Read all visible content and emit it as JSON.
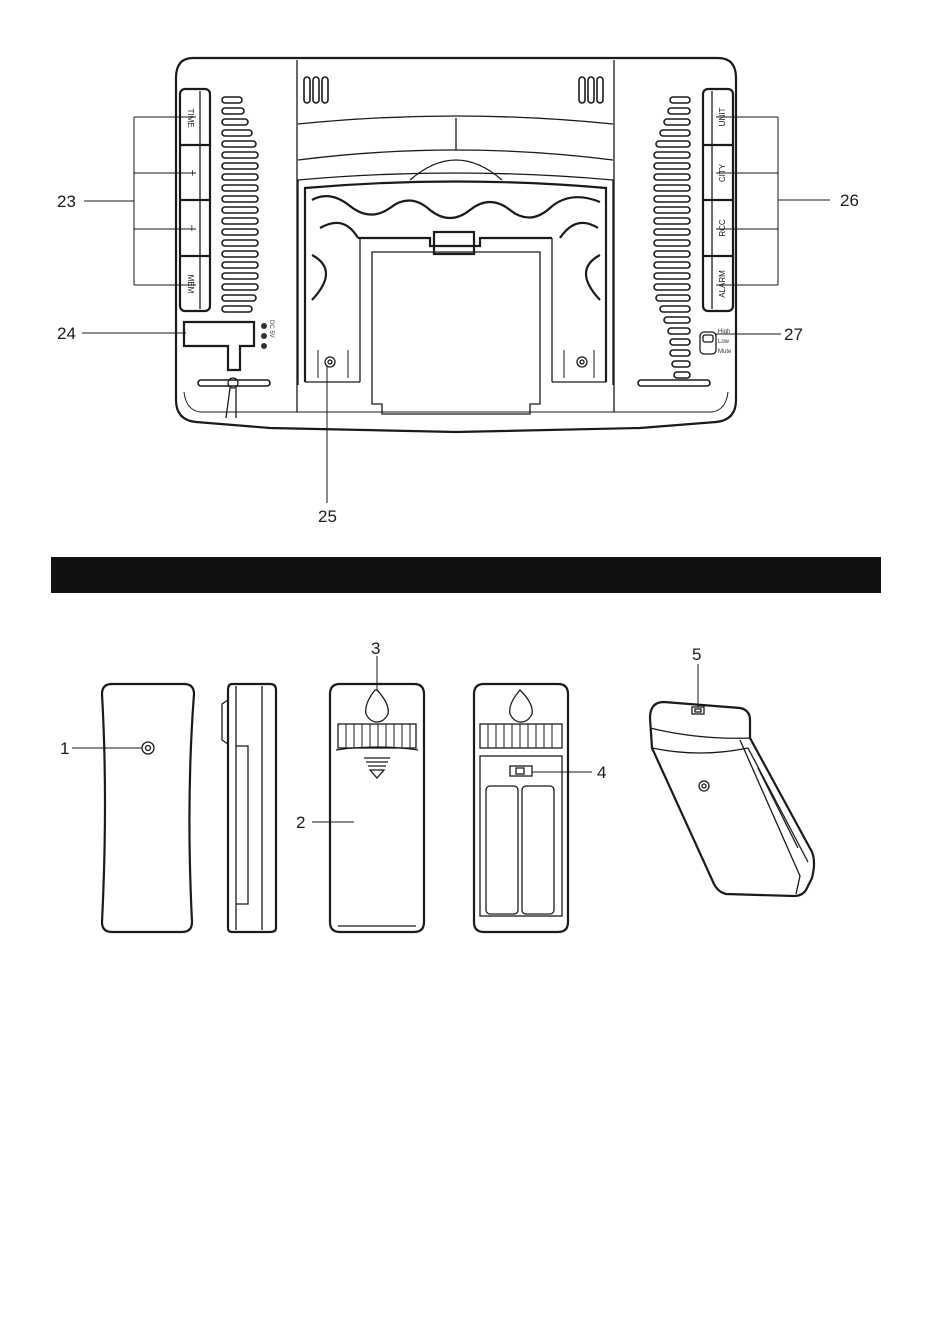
{
  "top_unit": {
    "left_buttons": [
      "TIME",
      "+",
      "–",
      "MEM"
    ],
    "right_buttons": [
      "UNIT",
      "CITY",
      "RCC",
      "ALARM"
    ],
    "volume_switch": [
      "High",
      "Low",
      "Mute"
    ],
    "power_jack": "DC 5V",
    "callouts": [
      "23",
      "24",
      "25",
      "26",
      "27"
    ]
  },
  "section_bar": {
    "color": "#111111"
  },
  "sensor": {
    "callouts": [
      "1",
      "2",
      "3",
      "4",
      "5"
    ]
  }
}
